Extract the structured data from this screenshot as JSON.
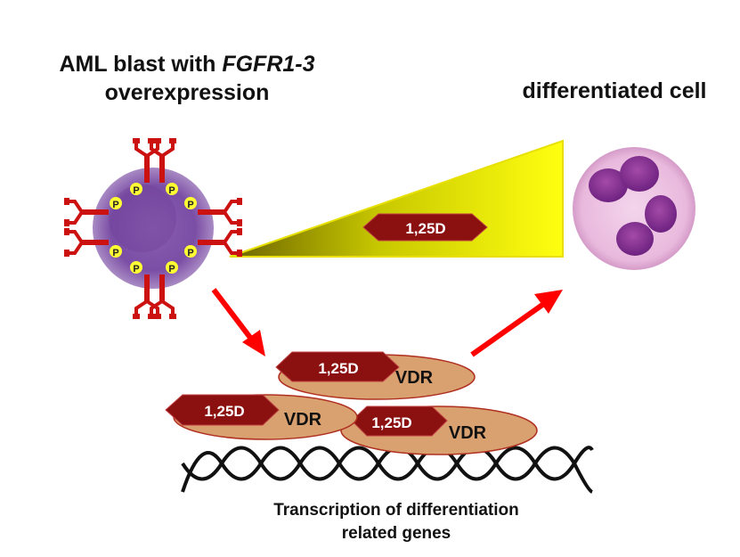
{
  "blast_label": {
    "line1_prefix": "AML blast with ",
    "line1_gene": "FGFR1-3",
    "line2": "overexpression"
  },
  "differentiated_label": "differentiated cell",
  "gradient_hormone_label": "1,25D",
  "complexes": [
    {
      "ligand": "1,25D",
      "receptor": "VDR"
    },
    {
      "ligand": "1,25D",
      "receptor": "VDR"
    },
    {
      "ligand": "1,25D",
      "receptor": "VDR"
    }
  ],
  "receptor_tags": [
    "P",
    "P",
    "P",
    "P",
    "P",
    "P",
    "P",
    "P"
  ],
  "caption": {
    "line1": "Transcription of differentiation",
    "line2": "related genes"
  },
  "colors": {
    "hormone_fill": "#8b1010",
    "receptor_fill": "#d9a070",
    "gradient_start": "#777000",
    "gradient_end": "#ffff00",
    "arrow": "#ff0000",
    "fgfr": "#cc1111",
    "phospho": "#ffff33"
  }
}
